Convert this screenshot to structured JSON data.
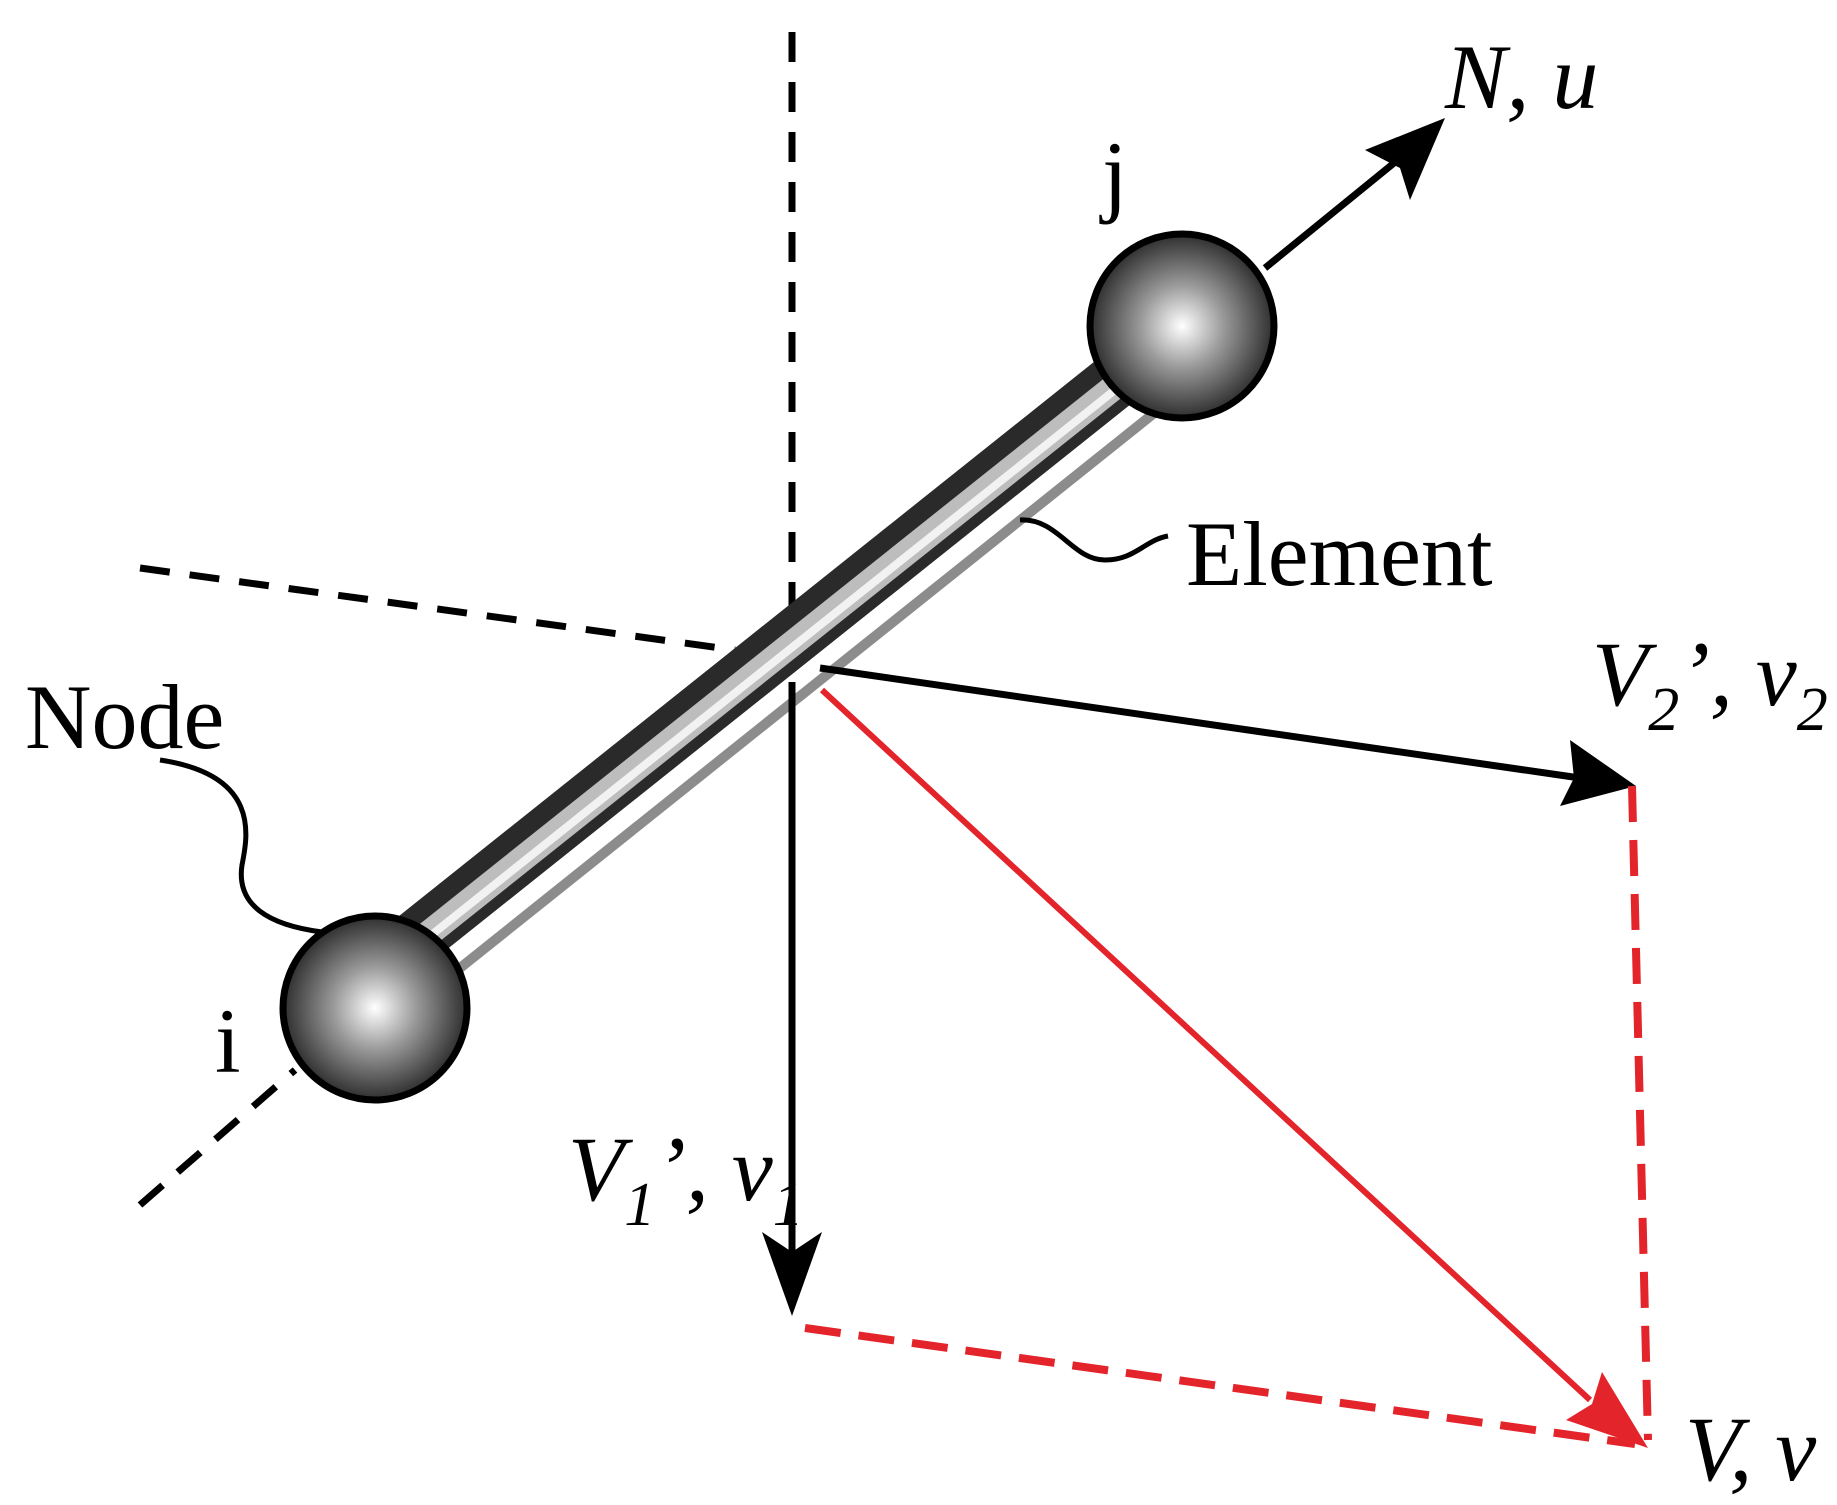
{
  "colors": {
    "ink": "#000000",
    "resultant": "#e3242b",
    "element_edge": "#8c8c8c"
  },
  "labels": {
    "node_j": "j",
    "node_i": "i",
    "axial": "N, u",
    "element": "Element",
    "node": "Node",
    "v2": {
      "main": "V",
      "sub": "2",
      "rest": "’, v",
      "sub2": "2"
    },
    "v1": {
      "main": "V",
      "sub": "1",
      "rest": "’, v",
      "sub2": "1"
    },
    "resultant": "V, v"
  }
}
